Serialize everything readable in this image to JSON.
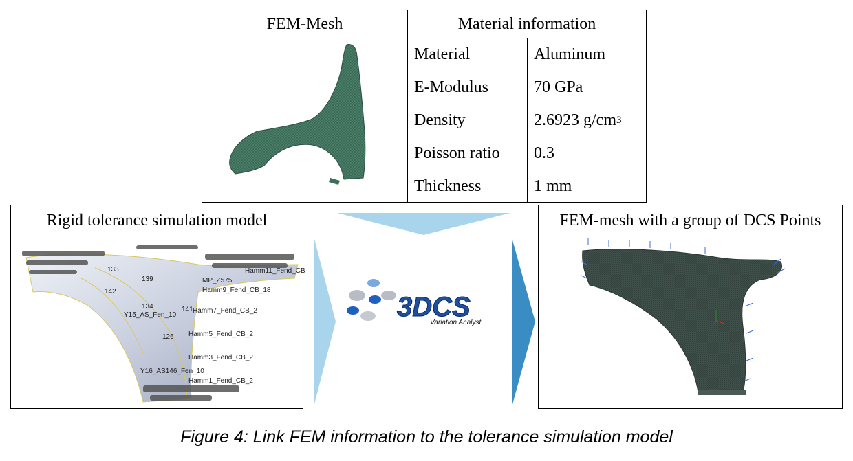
{
  "fem_mesh_header": "FEM-Mesh",
  "material_header": "Material information",
  "material_rows": [
    {
      "label": "Material",
      "value": "Aluminum"
    },
    {
      "label": "E-Modulus",
      "value": "70 GPa"
    },
    {
      "label": "Density",
      "value": "2.6923 g/cm",
      "sup": "3"
    },
    {
      "label": "Poisson ratio",
      "value": "0.3"
    },
    {
      "label": "Thickness",
      "value": "1 mm"
    }
  ],
  "left_panel_title": "Rigid tolerance simulation model",
  "right_panel_title": "FEM-mesh with a group of DCS Points",
  "logo": {
    "brand": "3DCS",
    "tagline": "Variation Analyst"
  },
  "point_labels": [
    "139",
    "133",
    "134",
    "141",
    "126",
    "142",
    "Y15_AS_Fen_10",
    "Hamm7_Fend_CB_2",
    "Hamm5_Fend_CB_2",
    "Hamm3_Fend_CB_2",
    "Y16_AS146_Fen_10",
    "Hamm1_Fend_CB_2",
    "MP_Z575",
    "Hamm11_Fend_CB",
    "Hamm9_Fend_CB_18"
  ],
  "colors": {
    "arrow_light": "#a8d4ec",
    "arrow_dark": "#3a8cc4",
    "mesh_green": "#3f6f5c",
    "mesh_dark": "#3a4a44"
  },
  "caption": "Figure 4: Link FEM information to the tolerance simulation model"
}
